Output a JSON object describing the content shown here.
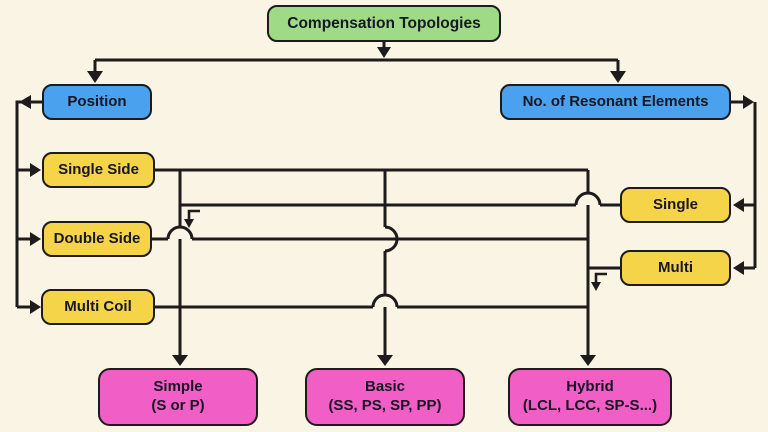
{
  "palette": {
    "background": "#FAF4E5",
    "line": "#1D1B1B",
    "root_green": "#9FDA87",
    "category_blue": "#4AA1EE",
    "option_yellow": "#F6D449",
    "result_pink": "#F15EC5",
    "text": "#171726"
  },
  "diagram": {
    "nodes": {
      "root": {
        "label": "Compensation Topologies"
      },
      "position": {
        "label": "Position"
      },
      "resonant": {
        "label": "No. of Resonant Elements"
      },
      "single_side": {
        "label": "Single Side"
      },
      "double_side": {
        "label": "Double Side"
      },
      "multi_coil": {
        "label": "Multi Coil"
      },
      "single": {
        "label": "Single"
      },
      "multi": {
        "label": "Multi"
      },
      "simple": {
        "title": "Simple",
        "subtitle": "(S or P)"
      },
      "basic": {
        "title": "Basic",
        "subtitle": "(SS, PS, SP, PP)"
      },
      "hybrid": {
        "title": "Hybrid",
        "subtitle": "(LCL, LCC, SP-S...)"
      }
    },
    "connections": [
      {
        "from": "root",
        "to": "position"
      },
      {
        "from": "root",
        "to": "resonant"
      },
      {
        "from": "position",
        "to": "single_side"
      },
      {
        "from": "position",
        "to": "double_side"
      },
      {
        "from": "position",
        "to": "multi_coil"
      },
      {
        "from": "resonant",
        "to": "single"
      },
      {
        "from": "resonant",
        "to": "multi"
      },
      {
        "from": "single_side",
        "to": "simple"
      },
      {
        "from": "single_side",
        "to": "basic"
      },
      {
        "from": "single",
        "to": "simple"
      },
      {
        "from": "double_side",
        "to": "hybrid"
      },
      {
        "from": "multi_coil",
        "to": "hybrid"
      },
      {
        "from": "multi",
        "to": "hybrid"
      }
    ]
  }
}
